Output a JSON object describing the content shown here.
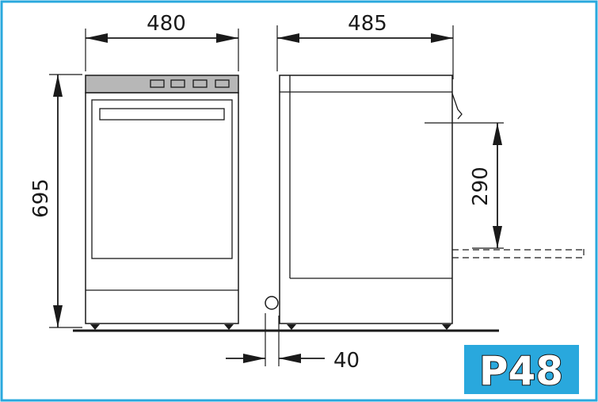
{
  "dimensions": {
    "width_front": "480",
    "depth_side": "485",
    "height": "695",
    "door_height": "290",
    "gap_wall": "40"
  },
  "badge": {
    "label": "P48",
    "background_color": "#29a8dd",
    "text_color": "#ffffff"
  },
  "frame_color": "#29a8dd",
  "panel_color": "#b7b7b7"
}
